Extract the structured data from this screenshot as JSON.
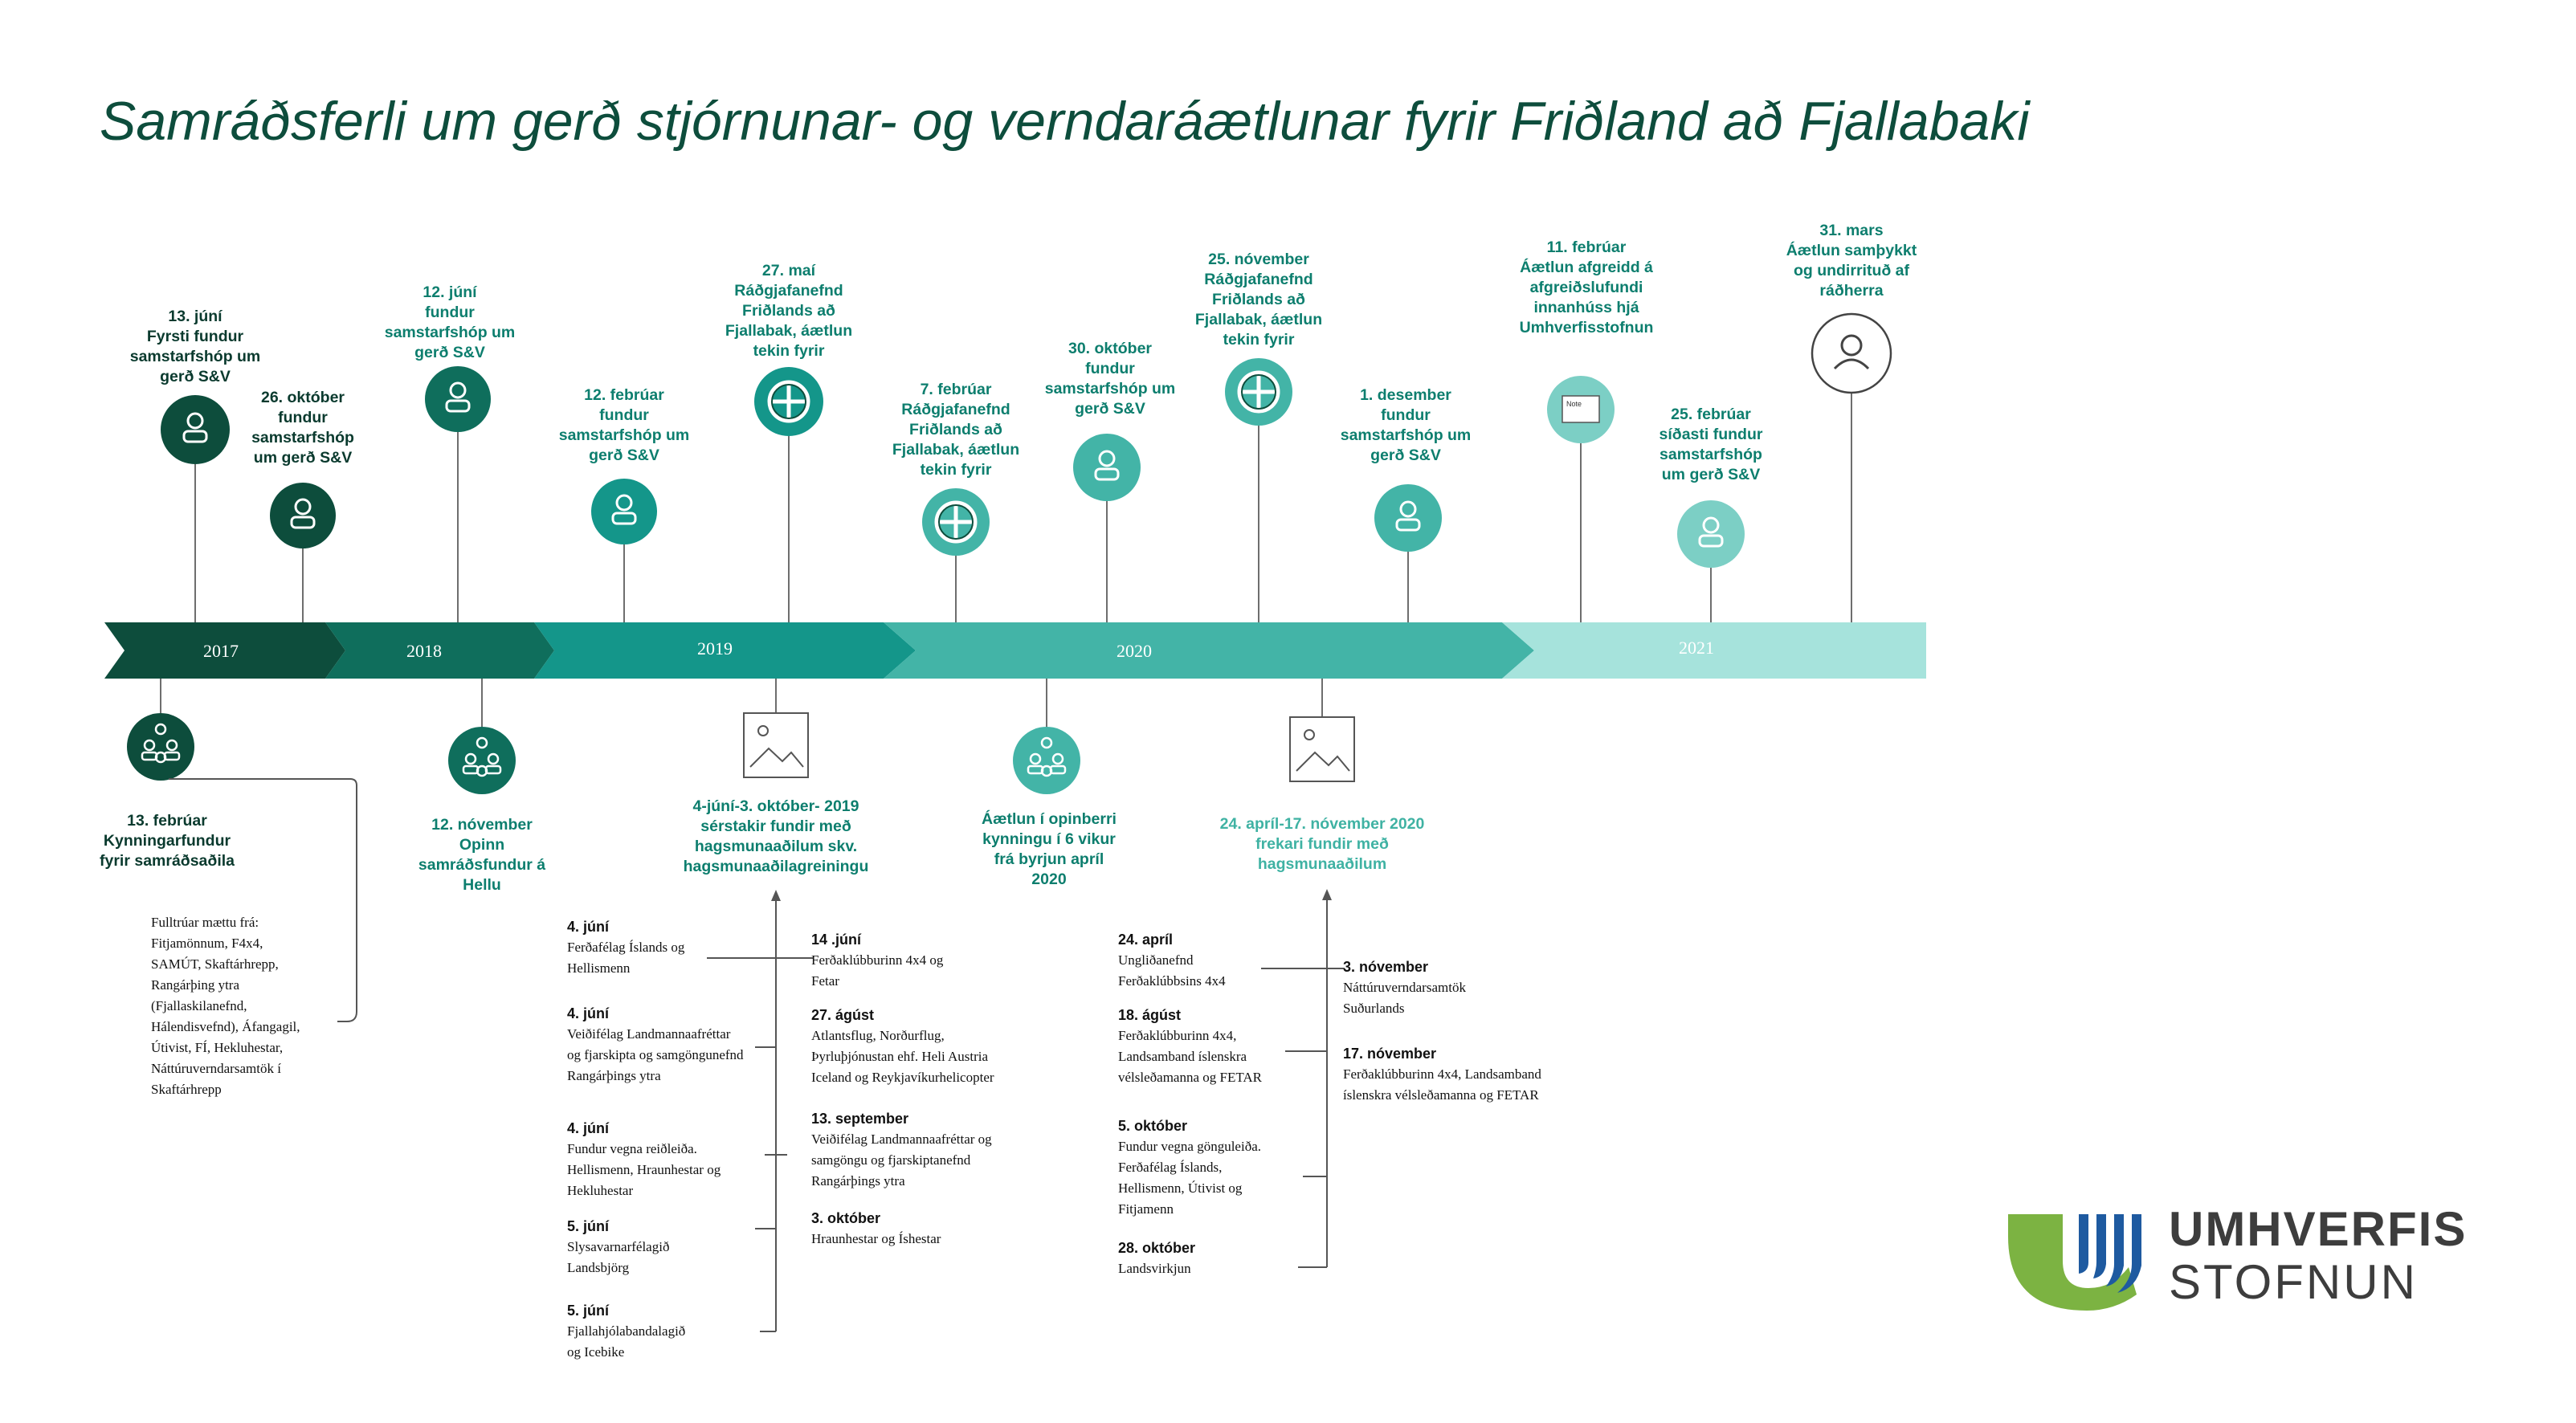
{
  "title": "Samráðsferli um gerð stjórnunar- og verndaráætlunar fyrir  Friðland að Fjallabaki",
  "colors": {
    "title": "#0d4d3c",
    "seg_2017": "#0d4d3c",
    "seg_2018": "#0f6e5c",
    "seg_2019": "#14968a",
    "seg_2020": "#43b4a7",
    "seg_2021": "#a6e3dc",
    "logo_green": "#7cb342",
    "logo_blue": "#1e5aa0"
  },
  "years": [
    "2017",
    "2018",
    "2019",
    "2020",
    "2021"
  ],
  "top_events": [
    {
      "text": "13. júní\nFyrsti fundur\nsamstarfshóp um\ngerð S&V",
      "icon": "person-icon"
    },
    {
      "text": "26. október\nfundur\nsamstarfshóp\num gerð S&V",
      "icon": "person-icon"
    },
    {
      "text": "12. júní\nfundur\nsamstarfshóp um\ngerð S&V",
      "icon": "person-icon"
    },
    {
      "text": "12. febrúar\nfundur\nsamstarfshóp um\ngerð S&V",
      "icon": "person-icon"
    },
    {
      "text": "27. maí\nRáðgjafanefnd\nFriðlands að\nFjallabak, áætlun\ntekin fyrir",
      "icon": "crosshair-icon"
    },
    {
      "text": "7. febrúar\nRáðgjafanefnd\nFriðlands að\nFjallabak, áætlun\ntekin fyrir",
      "icon": "crosshair-icon"
    },
    {
      "text": "30. október\nfundur\nsamstarfshóp um\ngerð S&V",
      "icon": "person-icon"
    },
    {
      "text": "25. nóvember\nRáðgjafanefnd\nFriðlands að\nFjallabak, áætlun\ntekin fyrir",
      "icon": "crosshair-icon"
    },
    {
      "text": "1. desember\nfundur\nsamstarfshóp um\ngerð S&V",
      "icon": "person-icon"
    },
    {
      "text": "11. febrúar\nÁætlun afgreidd á\nafgreiðslufundi\ninnanhúss hjá\nUmhverfisstofnun",
      "icon": "note-icon"
    },
    {
      "text": "25. febrúar\nsíðasti fundur\nsamstarfshóp\num gerð S&V",
      "icon": "person-icon"
    },
    {
      "text": "31. mars\nÁætlun samþykkt\nog undirrituð af\nráðherra",
      "icon": "person-icon"
    }
  ],
  "bottom_events": [
    {
      "text": "13. febrúar\nKynningarfundur\nfyrir samráðsaðila",
      "icon": "group-icon"
    },
    {
      "text": "12. nóvember\nOpinn\nsamráðsfundur á\nHellu",
      "icon": "group-icon"
    },
    {
      "text": "4-júní-3. október- 2019\nsérstakir fundir með\nhagsmunaaðilum skv.\nhagsmunaaðilagreiningu",
      "icon": "image-icon"
    },
    {
      "text": "Áætlun í opinberri\nkynningu í 6 vikur\nfrá byrjun apríl\n2020",
      "icon": "group-icon"
    },
    {
      "text": "24. apríl-17. nóvember 2020\nfrekari fundir með\nhagsmunaaðilum",
      "icon": "image-icon"
    }
  ],
  "attendees_note": "Fulltrúar mættu frá:\nFitjamönnum, F4x4,\nSAMÚT, Skaftárhrepp,\nRangárþing ytra\n(Fjallaskilanefnd,\nHálendisvefnd), Áfangagil,\nÚtivist, FÍ, Hekluhestar,\nNáttúruverndarsamtök í\nSkaftárhrepp",
  "meetings_2019_left": [
    {
      "date": "4. júní",
      "text": "Ferðafélag Íslands og\nHellismenn"
    },
    {
      "date": "4. júní",
      "text": "Veiðifélag Landmannaafréttar\nog  fjarskipta og samgöngunefnd\nRangárþings ytra"
    },
    {
      "date": "4. júní",
      "text": "Fundur vegna reiðleiða.\nHellismenn, Hraunhestar og\nHekluhestar"
    },
    {
      "date": "5. júní",
      "text": "Slysavarnarfélagið\nLandsbjörg"
    },
    {
      "date": "5. júní",
      "text": "Fjallahjólabandalagið\nog Icebike"
    }
  ],
  "meetings_2019_right": [
    {
      "date": "14 .júní",
      "text": "Ferðaklúbburinn 4x4 og\nFetar"
    },
    {
      "date": "27. ágúst",
      "text": "Atlantsflug, Norðurflug,\nÞyrluþjónustan ehf. Heli Austria\nIceland og Reykjavíkurhelicopter"
    },
    {
      "date": "13. september",
      "text": "Veiðifélag Landmannaafréttar og\nsamgöngu og fjarskiptanefnd\nRangárþings ytra"
    },
    {
      "date": "3. október",
      "text": "Hraunhestar og Íshestar"
    }
  ],
  "meetings_2020_left": [
    {
      "date": "24. apríl",
      "text": "Ungliðanefnd\nFerðaklúbbsins 4x4"
    },
    {
      "date": "18. ágúst",
      "text": "Ferðaklúbburinn 4x4,\nLandsamband íslenskra\nvélsleðamanna og FETAR"
    },
    {
      "date": "5. október",
      "text": "Fundur vegna gönguleiða.\nFerðafélag Íslands,\nHellismenn, Útivist og\nFitjamenn"
    },
    {
      "date": "28. október",
      "text": "Landsvirkjun"
    }
  ],
  "meetings_2020_right": [
    {
      "date": "3. nóvember",
      "text": "Náttúruverndarsamtök\nSuðurlands"
    },
    {
      "date": "17. nóvember",
      "text": "Ferðaklúbburinn 4x4, Landsamband\níslenskra vélsleðamanna og FETAR"
    }
  ],
  "logo": {
    "line1": "UMHVERFIS",
    "line2": "STOFNUN"
  }
}
